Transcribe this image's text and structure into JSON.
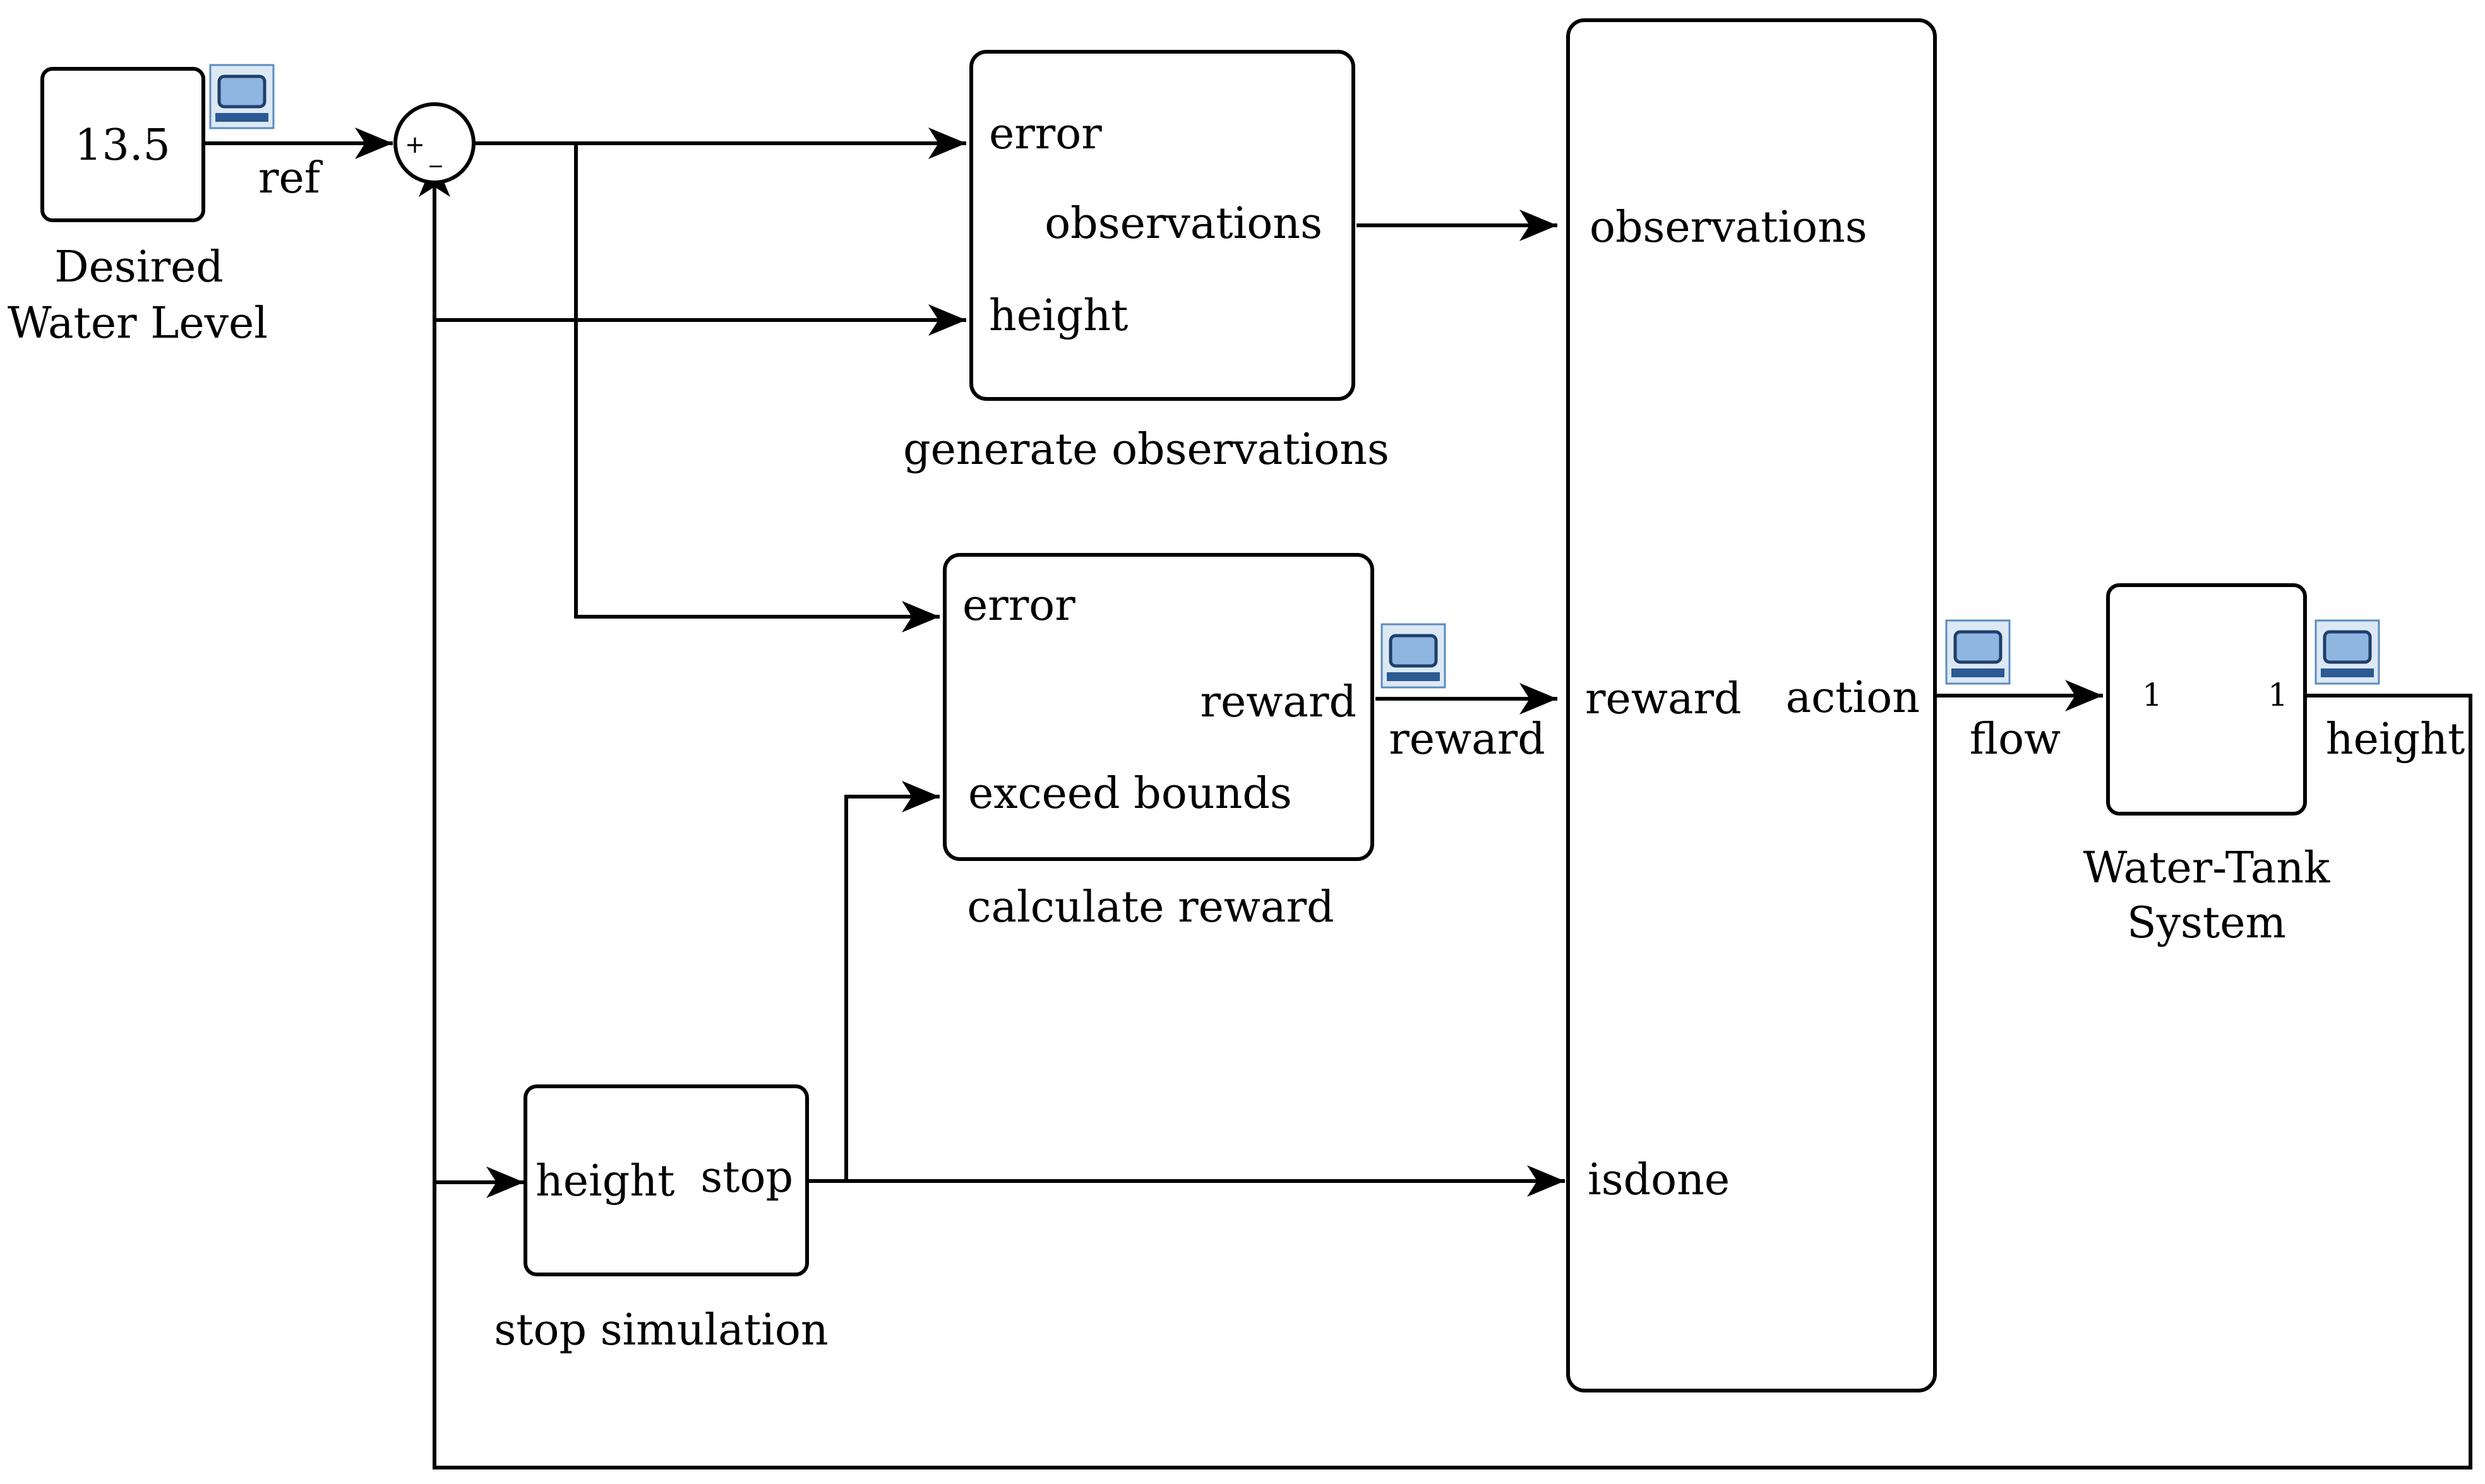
{
  "constant_block": {
    "value": "13.5",
    "label_line1": "Desired",
    "label_line2": "Water Level"
  },
  "sum_block": {
    "plus": "+",
    "minus": "_"
  },
  "signals": {
    "ref": "ref",
    "reward": "reward",
    "flow": "flow",
    "height": "height"
  },
  "generate_observations": {
    "name": "generate observations",
    "in_error": "error",
    "in_height": "height",
    "out_observations": "observations"
  },
  "calculate_reward": {
    "name": "calculate reward",
    "in_error": "error",
    "in_exceed": "exceed bounds",
    "out_reward": "reward"
  },
  "stop_simulation": {
    "name": "stop simulation",
    "in_height": "height",
    "out_stop": "stop"
  },
  "agent_block": {
    "in_observations": "observations",
    "in_reward": "reward",
    "in_isdone": "isdone",
    "out_action": "action"
  },
  "water_tank": {
    "name_line1": "Water-Tank",
    "name_line2": "System",
    "in_port": "1",
    "out_port": "1"
  },
  "icons": [
    "scope-icon",
    "scope-icon",
    "scope-icon",
    "scope-icon"
  ]
}
